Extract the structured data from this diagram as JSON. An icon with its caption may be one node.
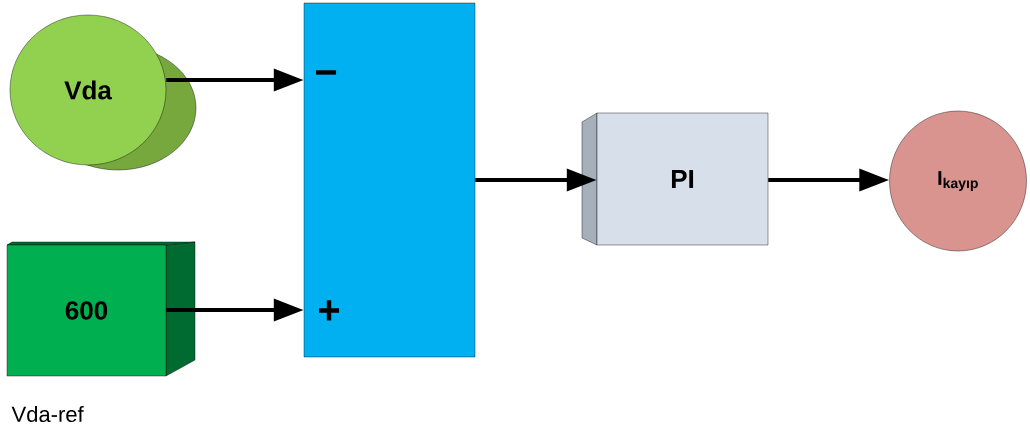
{
  "diagram": {
    "nodes": [
      {
        "text": [
          "Vda"
        ]
      },
      {
        "text": [
          "600"
        ],
        "beside": [
          "Vda-ref"
        ]
      },
      {
        "text": [
          "−",
          "+"
        ]
      },
      {
        "text": [
          "PI"
        ]
      },
      {
        "text": [
          "I$_{kayıp}$"
        ]
      }
    ],
    "edges": [
      {
        "from": 0,
        "to": 2,
        "arrow": "to"
      },
      {
        "from": 1,
        "to": 2,
        "arrow": "to"
      },
      {
        "from": 2,
        "to": 3,
        "arrow": "to"
      },
      {
        "from": 3,
        "to": 4,
        "arrow": "to"
      }
    ]
  }
}
